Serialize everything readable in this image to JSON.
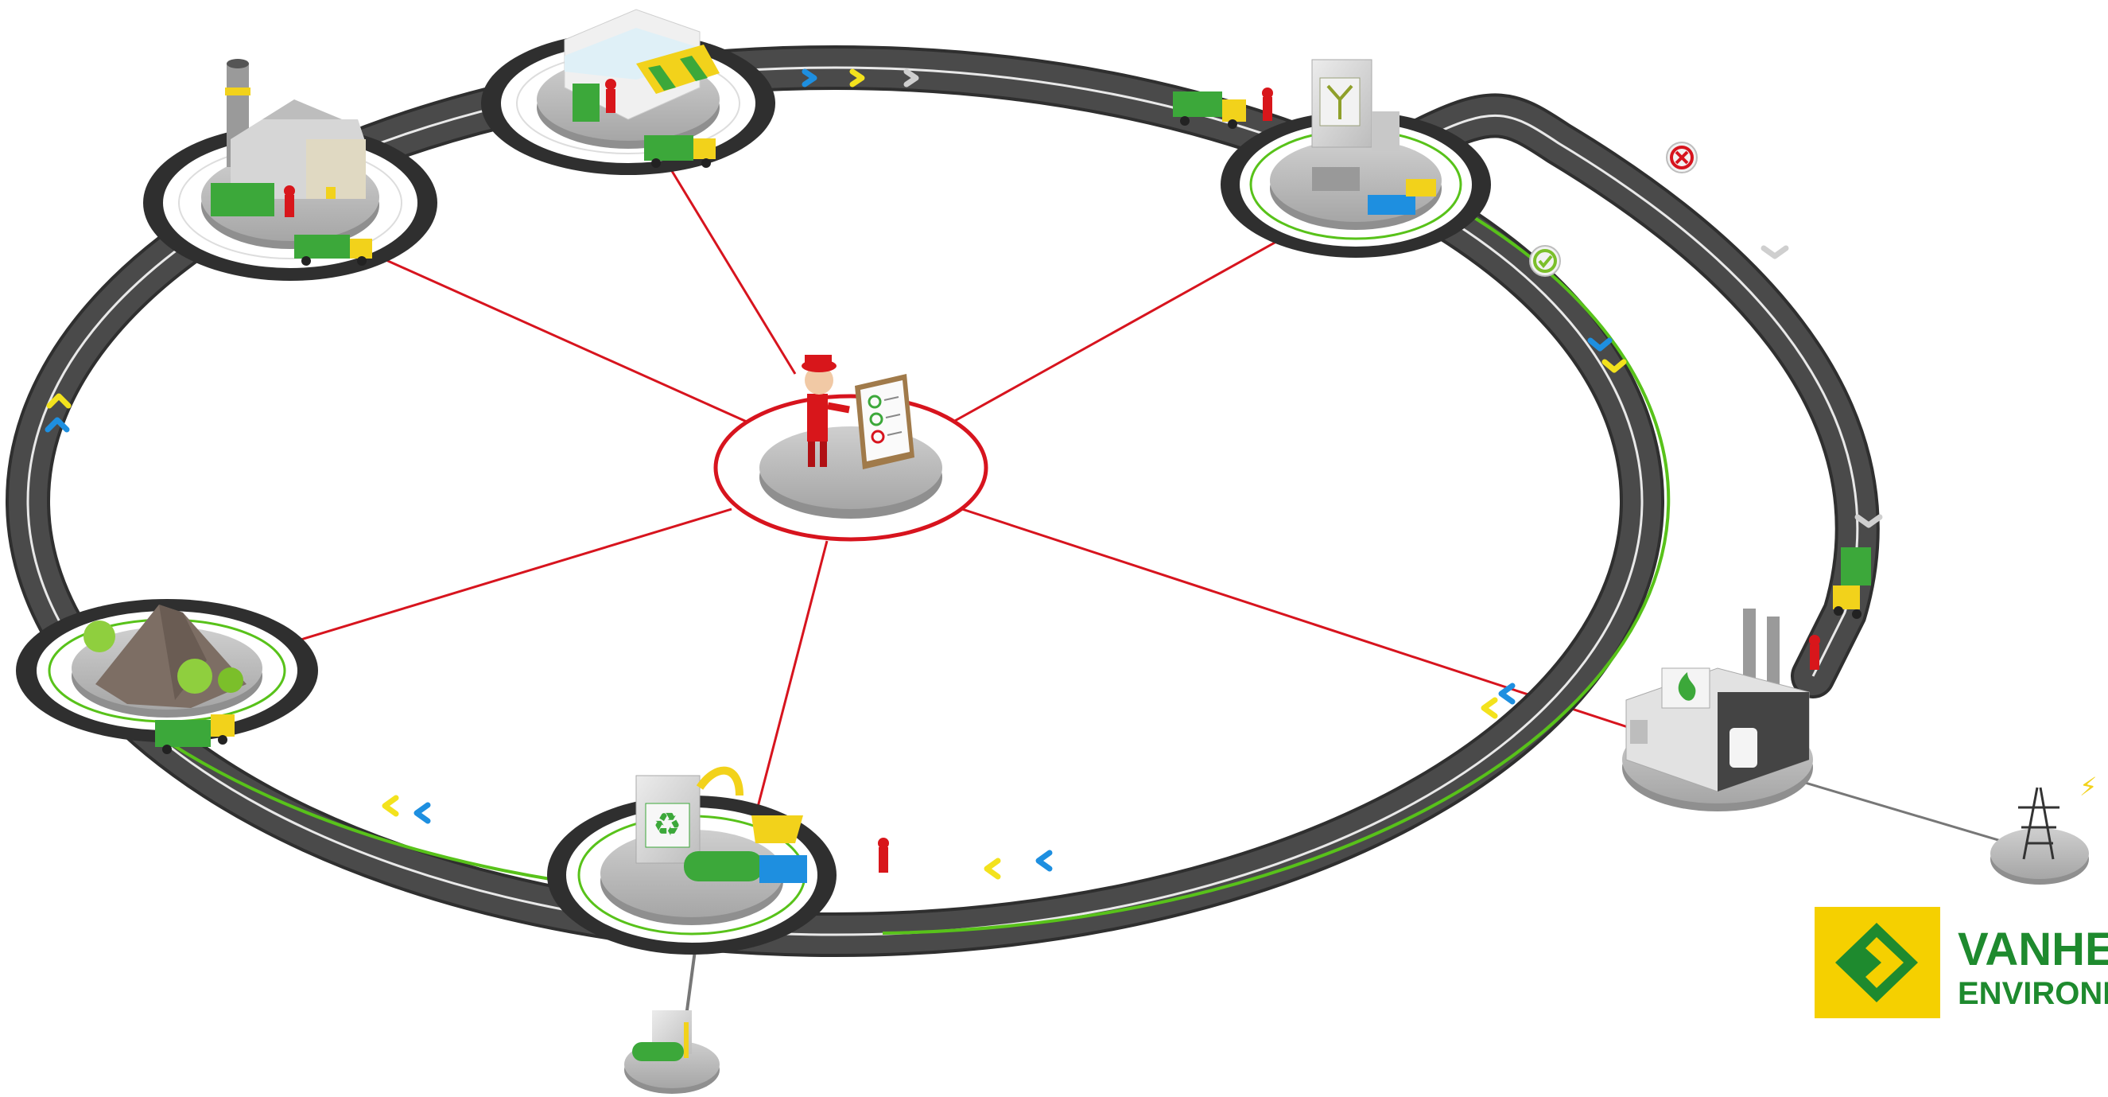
{
  "colors": {
    "background": "#ffffff",
    "road": "#4a4a4a",
    "road_edge": "#2f2f2f",
    "lane_white": "#e9e9e9",
    "lane_green": "#58c21a",
    "connector_red": "#d7141e",
    "platform_top": "#b9b9b9",
    "platform_side": "#8f8f8f",
    "container_green": "#3ca83a",
    "truck_yellow": "#f2d21b",
    "brand_green": "#1e8a2e",
    "brand_yellow": "#f5d000",
    "arrow_blue": "#1e8fe0",
    "arrow_yellow": "#f3e21d",
    "arrow_grey": "#cfcfcf",
    "inspector_red": "#d8161b"
  },
  "logo": {
    "brand_line1": "VANHE",
    "brand_line2": "ENVIRONM",
    "icon": "chevron-diamond-logo-icon"
  },
  "hub": {
    "figure": "inspector-with-checklist-icon",
    "checklist_items": [
      "check",
      "check",
      "cross"
    ]
  },
  "stations": [
    {
      "id": "industry",
      "icon": "factory-chimney-icon"
    },
    {
      "id": "shop",
      "icon": "retail-store-awning-icon"
    },
    {
      "id": "sorting",
      "icon": "sorting-facility-icon"
    },
    {
      "id": "landfill",
      "icon": "landfill-mound-icon"
    },
    {
      "id": "recycling",
      "icon": "recycling-plant-icon"
    },
    {
      "id": "energy",
      "icon": "waste-to-energy-plant-icon"
    },
    {
      "id": "biogas",
      "icon": "biogas-tank-icon"
    },
    {
      "id": "power",
      "icon": "power-pylon-icon"
    }
  ],
  "route_badges": {
    "stop": "stop-sign-icon",
    "approved": "checkmark-sign-icon"
  }
}
